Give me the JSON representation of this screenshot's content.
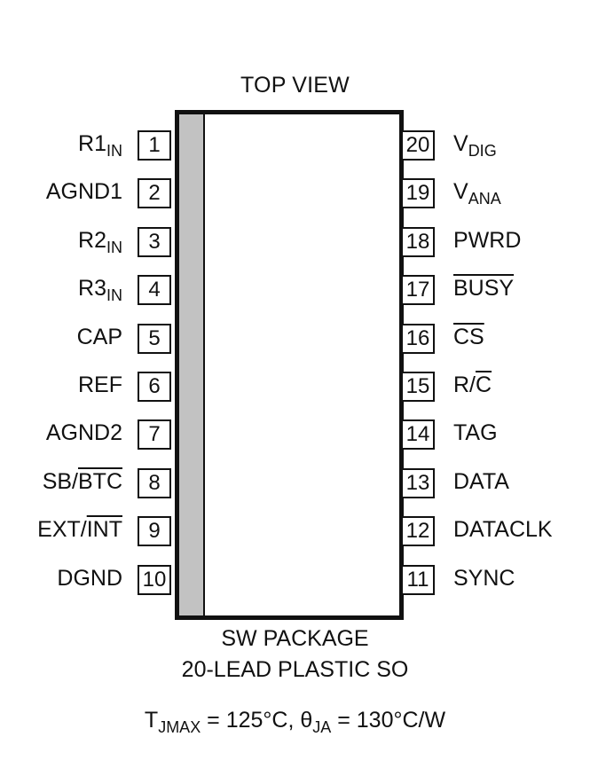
{
  "title": "TOP VIEW",
  "package_line1": "SW PACKAGE",
  "package_line2": "20-LEAD PLASTIC SO",
  "thermal": {
    "t_main": "T",
    "t_sub": "JMAX",
    "t_value": " = 125°C, ",
    "theta_main": "θ",
    "theta_sub": "JA",
    "theta_value": " = 130°C/W"
  },
  "left_pins": [
    {
      "num": "1",
      "parts": [
        {
          "t": "R1",
          "s": ""
        },
        {
          "t": "IN",
          "s": "sub"
        }
      ]
    },
    {
      "num": "2",
      "parts": [
        {
          "t": "AGND1",
          "s": ""
        }
      ]
    },
    {
      "num": "3",
      "parts": [
        {
          "t": "R2",
          "s": ""
        },
        {
          "t": "IN",
          "s": "sub"
        }
      ]
    },
    {
      "num": "4",
      "parts": [
        {
          "t": "R3",
          "s": ""
        },
        {
          "t": "IN",
          "s": "sub"
        }
      ]
    },
    {
      "num": "5",
      "parts": [
        {
          "t": "CAP",
          "s": ""
        }
      ]
    },
    {
      "num": "6",
      "parts": [
        {
          "t": "REF",
          "s": ""
        }
      ]
    },
    {
      "num": "7",
      "parts": [
        {
          "t": "AGND2",
          "s": ""
        }
      ]
    },
    {
      "num": "8",
      "parts": [
        {
          "t": "SB/",
          "s": ""
        },
        {
          "t": "BTC",
          "s": "ol"
        }
      ]
    },
    {
      "num": "9",
      "parts": [
        {
          "t": "EXT/",
          "s": ""
        },
        {
          "t": "INT",
          "s": "ol"
        }
      ]
    },
    {
      "num": "10",
      "parts": [
        {
          "t": "DGND",
          "s": ""
        }
      ]
    }
  ],
  "right_pins": [
    {
      "num": "20",
      "parts": [
        {
          "t": "V",
          "s": ""
        },
        {
          "t": "DIG",
          "s": "sub"
        }
      ]
    },
    {
      "num": "19",
      "parts": [
        {
          "t": "V",
          "s": ""
        },
        {
          "t": "ANA",
          "s": "sub"
        }
      ]
    },
    {
      "num": "18",
      "parts": [
        {
          "t": "PWRD",
          "s": ""
        }
      ]
    },
    {
      "num": "17",
      "parts": [
        {
          "t": "BUSY",
          "s": "ol"
        }
      ]
    },
    {
      "num": "16",
      "parts": [
        {
          "t": "CS",
          "s": "ol"
        }
      ]
    },
    {
      "num": "15",
      "parts": [
        {
          "t": "R/",
          "s": ""
        },
        {
          "t": "C",
          "s": "ol"
        }
      ]
    },
    {
      "num": "14",
      "parts": [
        {
          "t": "TAG",
          "s": ""
        }
      ]
    },
    {
      "num": "13",
      "parts": [
        {
          "t": "DATA",
          "s": ""
        }
      ]
    },
    {
      "num": "12",
      "parts": [
        {
          "t": "DATACLK",
          "s": ""
        }
      ]
    },
    {
      "num": "11",
      "parts": [
        {
          "t": "SYNC",
          "s": ""
        }
      ]
    }
  ]
}
